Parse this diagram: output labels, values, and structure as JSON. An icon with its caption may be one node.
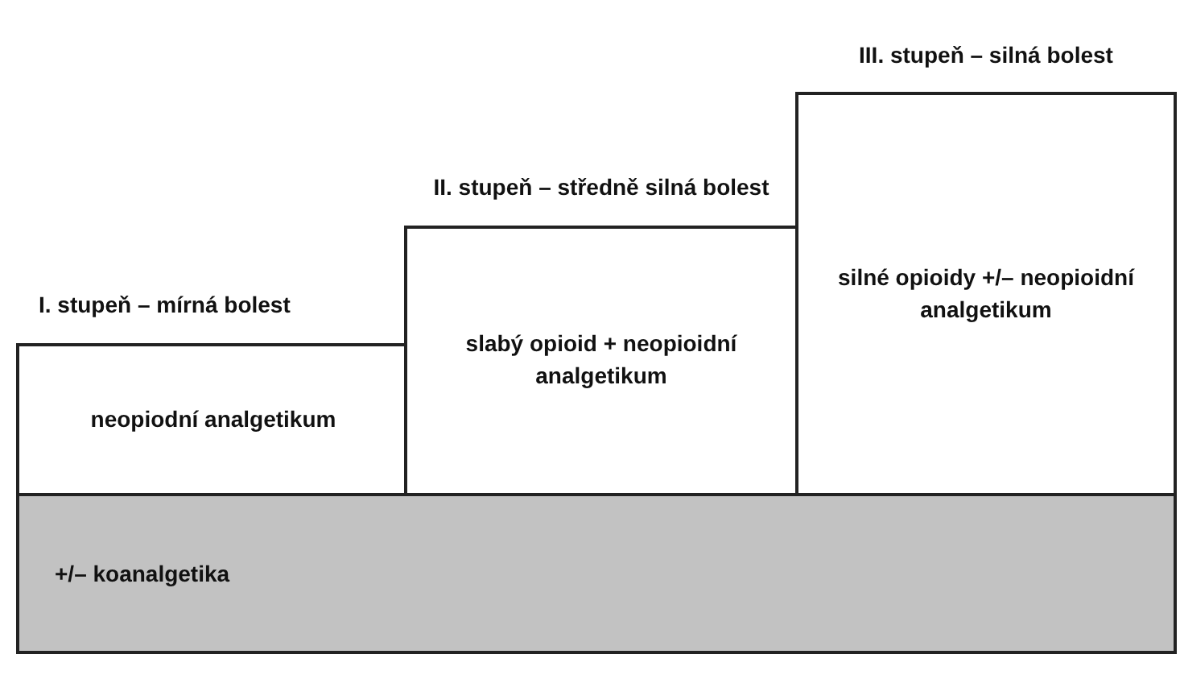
{
  "diagram": {
    "nodes": [
      {
        "text": [
          "I. stupeň – mírná bolest",
          "neopiodní analgetikum"
        ]
      },
      {
        "text": [
          "II. stupeň – středně silná bolest",
          "slabý opioid + neopioidní analgetikum"
        ]
      },
      {
        "text": [
          "III. stupeň – silná bolest",
          "silné opioidy +/– neopioidní analgetikum"
        ]
      },
      {
        "text": [
          "+/– koanalgetika"
        ]
      }
    ]
  }
}
